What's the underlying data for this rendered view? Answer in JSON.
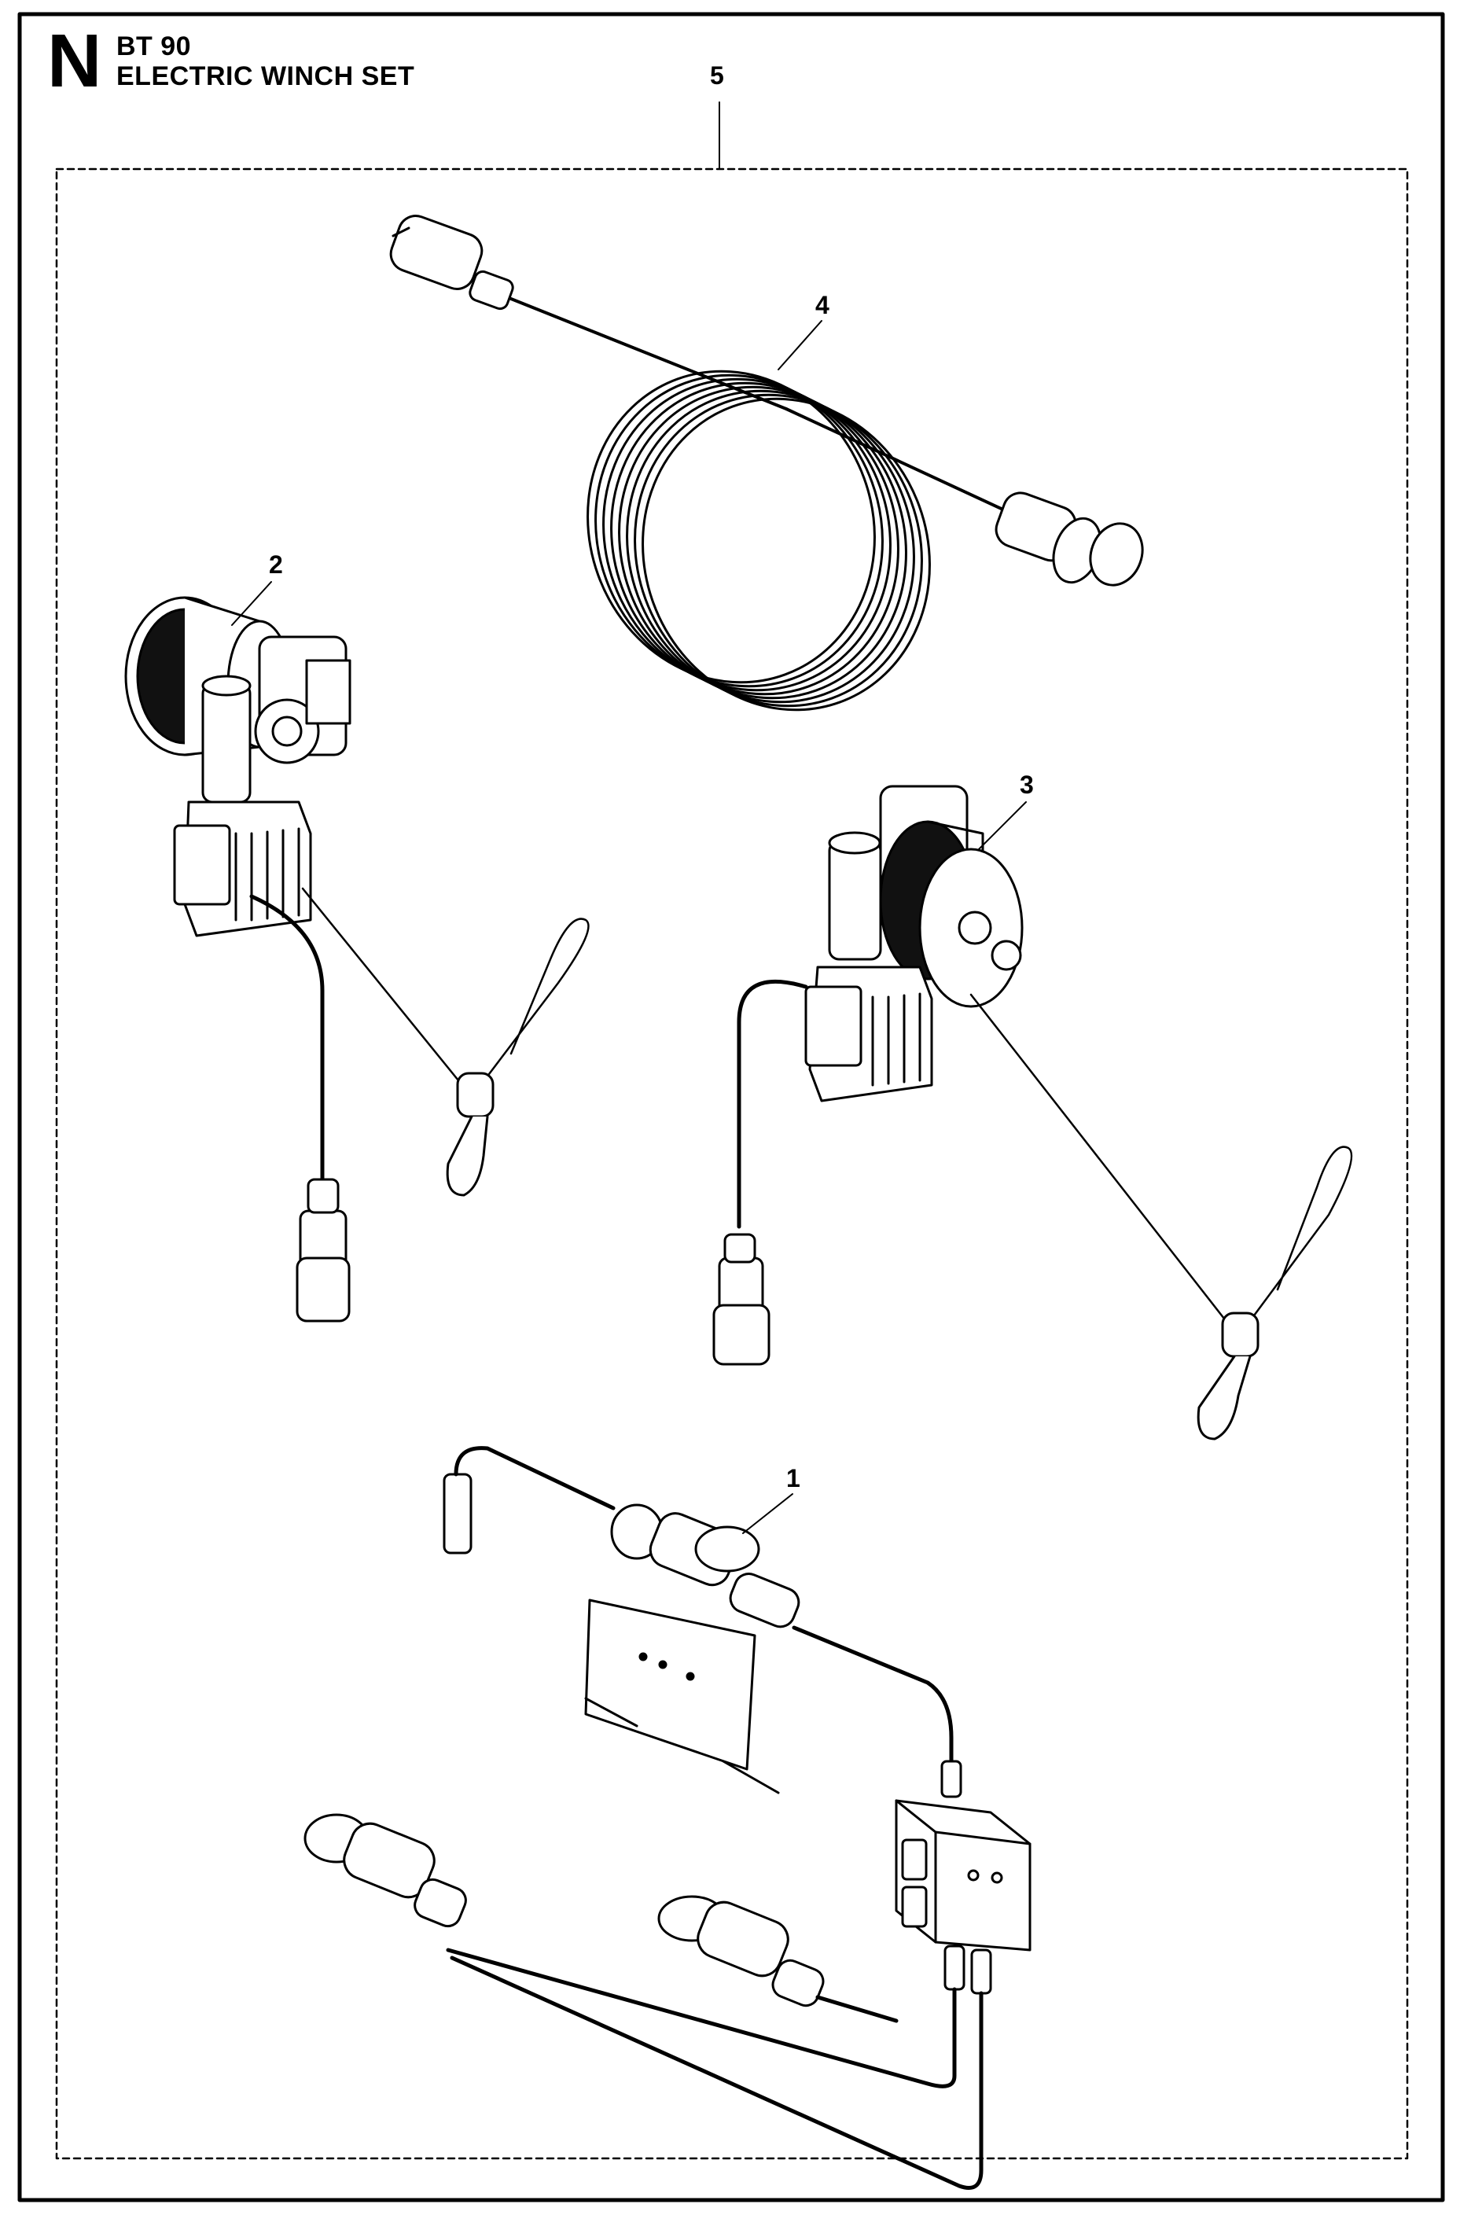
{
  "header": {
    "section_letter": "N",
    "model": "BT 90",
    "title": "ELECTRIC WINCH SET"
  },
  "callouts": [
    "1",
    "2",
    "3",
    "4",
    "5"
  ]
}
